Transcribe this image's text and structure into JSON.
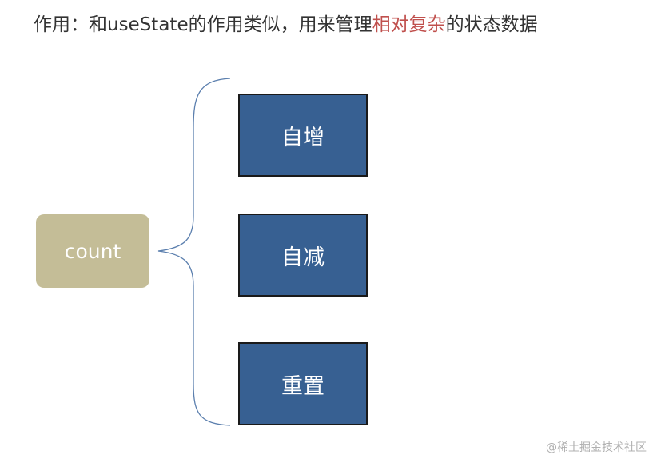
{
  "heading": {
    "prefix": "作用：和useState的作用类似，用来管理",
    "highlight": "相对复杂",
    "suffix": "的状态数据"
  },
  "root_node": {
    "label": "count"
  },
  "actions": [
    {
      "label": "自增"
    },
    {
      "label": "自减"
    },
    {
      "label": "重置"
    }
  ],
  "watermark": "@稀土掘金技术社区",
  "colors": {
    "heading_text": "#333333",
    "highlight_text": "#c0504d",
    "root_fill": "#c4bd97",
    "action_fill": "#376092",
    "action_border": "#1a1a1a",
    "brace_stroke": "#5b7fae"
  }
}
